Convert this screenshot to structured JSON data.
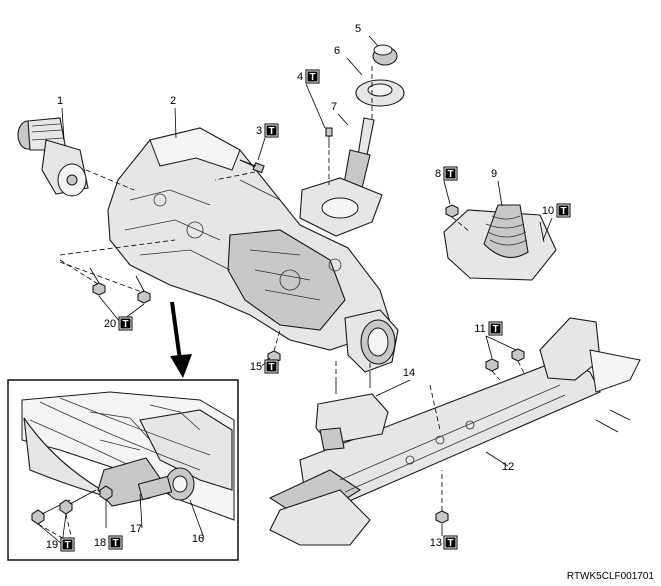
{
  "figure_code": "RTWK5CLF001701",
  "torque_symbol": "T",
  "callouts": [
    {
      "id": "1",
      "label": "1",
      "torque": false
    },
    {
      "id": "2",
      "label": "2",
      "torque": false
    },
    {
      "id": "3",
      "label": "3",
      "torque": true
    },
    {
      "id": "4",
      "label": "4",
      "torque": true
    },
    {
      "id": "5",
      "label": "5",
      "torque": false
    },
    {
      "id": "6",
      "label": "6",
      "torque": false
    },
    {
      "id": "7",
      "label": "7",
      "torque": false
    },
    {
      "id": "8",
      "label": "8",
      "torque": true
    },
    {
      "id": "9",
      "label": "9",
      "torque": false
    },
    {
      "id": "10",
      "label": "10",
      "torque": true
    },
    {
      "id": "11",
      "label": "11",
      "torque": true
    },
    {
      "id": "12",
      "label": "12",
      "torque": false
    },
    {
      "id": "13",
      "label": "13",
      "torque": true
    },
    {
      "id": "14",
      "label": "14",
      "torque": false
    },
    {
      "id": "15",
      "label": "15",
      "torque": true
    },
    {
      "id": "16",
      "label": "16",
      "torque": false
    },
    {
      "id": "17",
      "label": "17",
      "torque": false
    },
    {
      "id": "18",
      "label": "18",
      "torque": true
    },
    {
      "id": "19",
      "label": "19",
      "torque": true
    },
    {
      "id": "20",
      "label": "20",
      "torque": true
    }
  ]
}
